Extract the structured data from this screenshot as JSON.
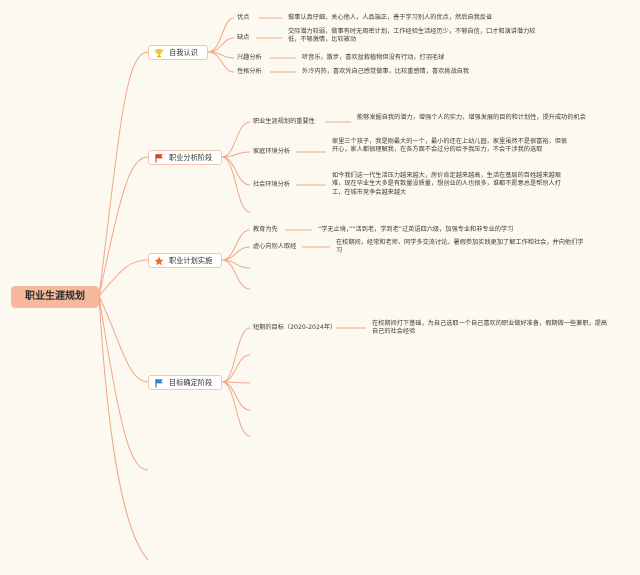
{
  "root": "职业生涯规划",
  "branches": [
    {
      "label": "自我认识",
      "icon": "trophy-icon",
      "children": [
        {
          "label": "优点",
          "text": "做事认真仔细，关心他人，人品端正，善于学习别人的优点，然后自我反省"
        },
        {
          "label": "缺点",
          "text": "交际潜力较弱，做事有时无周密计划，工作经验生活经历少，不够自信，口才和演讲潜力较低，不够激情，比较被动"
        },
        {
          "label": "兴趣分析",
          "text": "听音乐，散步，喜欢盆栽植物但没有行动，打羽毛球"
        },
        {
          "label": "性格分析",
          "text": "外冷内热，喜欢凭自己感觉做事，比较重感情，喜欢挑战自我"
        }
      ]
    },
    {
      "label": "职业分析阶段",
      "icon": "red-flag-icon",
      "children": [
        {
          "label": "职业生涯规划的重要性",
          "text": "能够发掘自我的潜力，增强个人的实力，增强发展的目的和计划性，提升成功的机会"
        },
        {
          "label": "家庭环境分析",
          "text": "家里三个孩子，我是刚最大的一个，最小的还在上幼儿园，家里虽然不是很富裕，但很开心，家人都很理解我，在各方面不会过分的给予我压力，不会干涉我的选取"
        },
        {
          "label": "社会环境分析",
          "text": "如今我们这一代生活压力越来越大，房价肯定越来越高，生活在基层的百姓越来越艰难，现在毕业生大多是有数量没质量，想创业的人也很多，谁都不愿意总是帮别人打工，在城市竞争会越来越大"
        }
      ]
    },
    {
      "label": "职业计划实施",
      "icon": "star-icon",
      "children": [
        {
          "label": "教育为先",
          "text": "“学无止境，”“活到老，学到老”过英语四六级，加强专业和非专业的学习"
        },
        {
          "label": "虚心向别人取经",
          "text": "在校期间，经常和老师、同学多交流讨论。暑假参加实践更加了解工作和社会，并向他们学习"
        }
      ]
    },
    {
      "label": "目标确定阶段",
      "icon": "blue-flag-icon",
      "children": [
        {
          "label": "短期的目标（2020-2024年）",
          "text": "在校期间打下基础，为自己选取一个自己喜欢的职业做好准备，假期做一些兼职，提高自己的社会经验"
        }
      ]
    }
  ],
  "colors": {
    "line": "#f2a589",
    "root_fill": "#f6b99c",
    "node_border": "#f3c8b2",
    "background": "#fcfaf0"
  }
}
